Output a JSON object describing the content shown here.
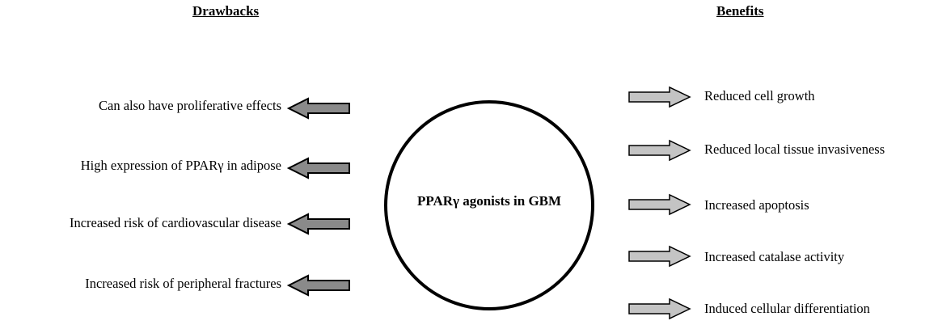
{
  "drawbacks": {
    "heading": "Drawbacks",
    "items": [
      "Can also have proliferative effects",
      "High expression of PPARγ in adipose",
      "Increased risk of cardiovascular disease",
      "Increased risk of peripheral fractures"
    ],
    "arrow_color": "#8a8a8a"
  },
  "benefits": {
    "heading": "Benefits",
    "items": [
      "Reduced cell growth",
      "Reduced local tissue invasiveness",
      "Increased apoptosis",
      "Increased catalase activity",
      "Induced cellular differentiation"
    ],
    "arrow_color": "#c4c4c4"
  },
  "center": {
    "label": "PPARγ agonists in GBM"
  }
}
